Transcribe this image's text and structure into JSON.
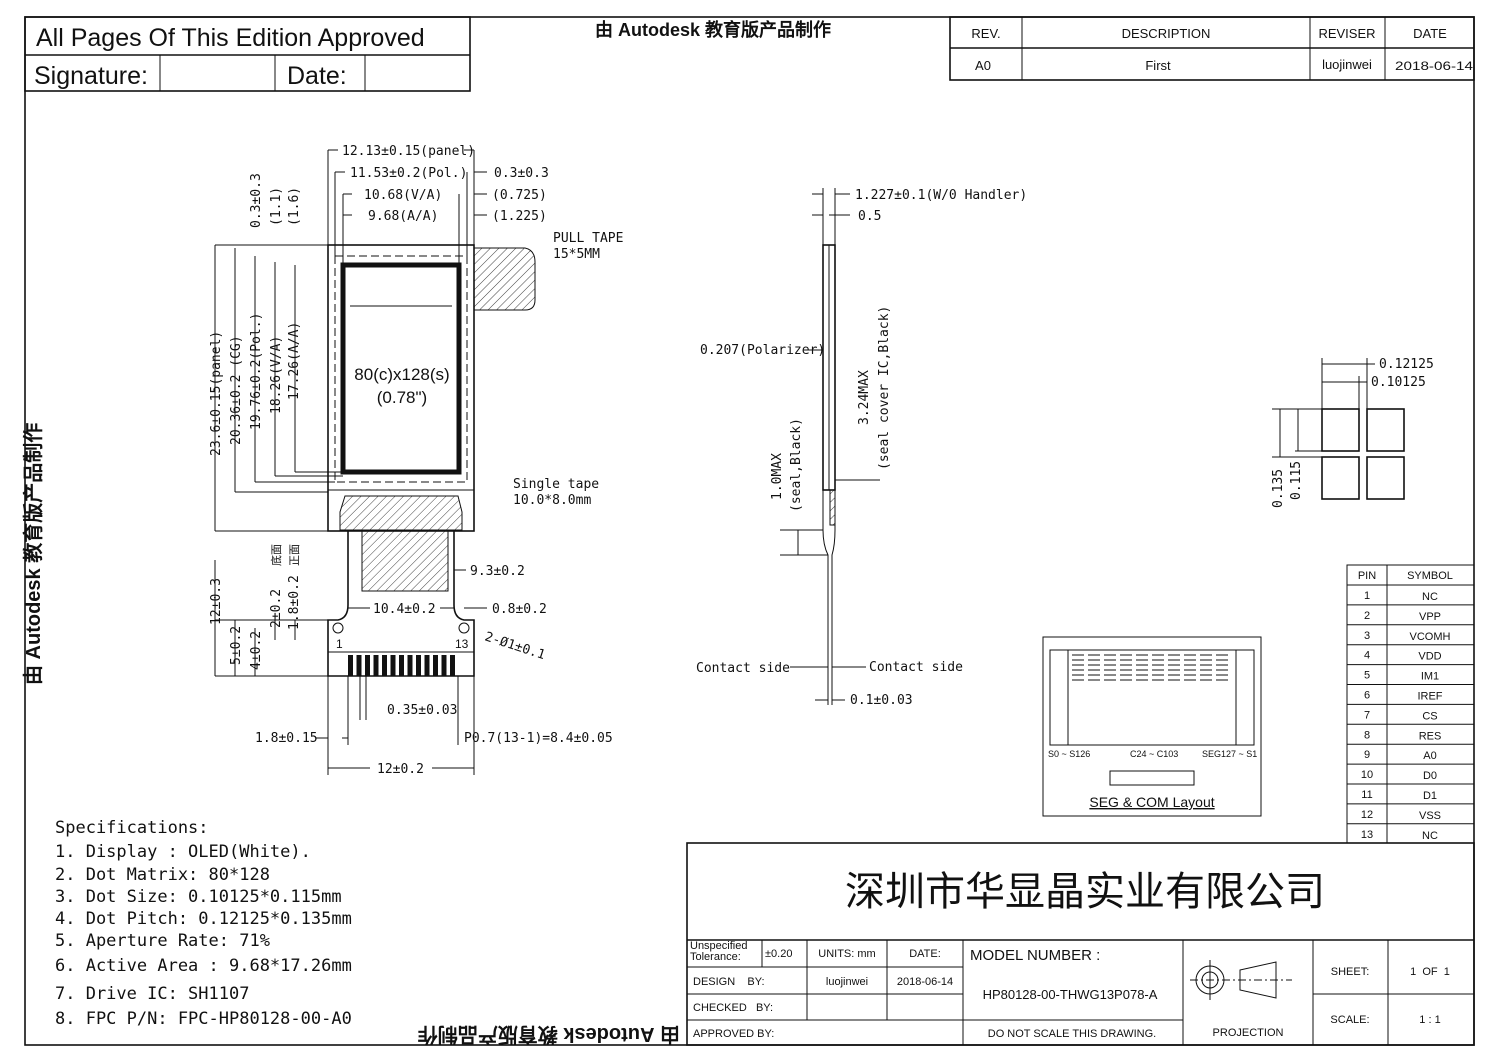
{
  "approval": {
    "title": "All Pages Of This Edition Approved",
    "signature_label": "Signature:",
    "date_label": "Date:"
  },
  "revision_table": {
    "headers": [
      "REV.",
      "DESCRIPTION",
      "REVISER",
      "DATE"
    ],
    "rows": [
      [
        "A0",
        "First",
        "luojinwei",
        "2018-06-14"
      ]
    ]
  },
  "watermark": "由 Autodesk 教育版产品制作",
  "front_view": {
    "matrix_label": "80(c)x128(s)",
    "diag_label": "(0.78\")",
    "pull_tape": [
      "PULL  TAPE",
      "15*5MM"
    ],
    "single_tape": [
      "Single  tape",
      "10.0*8.0mm"
    ],
    "dims_top": [
      "12.13±0.15(panel)",
      "11.53±0.2(Pol.)",
      "10.68(V/A)",
      "9.68(A/A)",
      "0.3±0.3",
      "(0.725)",
      "(1.225)"
    ],
    "dims_vert_top": [
      "0.3±0.3",
      "(1.1)",
      "(1.6)"
    ],
    "dims_left": [
      "23.6±0.15(panel)",
      "20.36±0.2  (CG)",
      "19.76±0.2(Pol.)",
      "18.26(V/A)",
      "17.26(A/A)"
    ],
    "dims_fpc": [
      "9.3±0.2",
      "10.4±0.2",
      "0.8±0.2",
      "2-Ø1±0.1",
      "0.35±0.03",
      "1.8±0.15",
      "P0.7(13-1)=8.4±0.05",
      "12±0.2"
    ],
    "dims_fpc_left": [
      "12±0.3",
      "5±0.2",
      "4±0.2",
      "2±0.2",
      "1.8±0.2"
    ],
    "side_labels": [
      "底面",
      "正面"
    ],
    "pin_marks": [
      "1",
      "13"
    ]
  },
  "side_view": {
    "dims": [
      "1.227±0.1(W/0  Handler)",
      "0.5",
      "0.207(Polarizer)",
      "0.1±0.03"
    ],
    "ic_label": [
      "3.24MAX",
      "(seal  cover  IC,Black)"
    ],
    "seal_label": [
      "1.0MAX",
      "(seal,Black)"
    ],
    "contact_left": "Contact  side",
    "contact_right": "Contact  side"
  },
  "dot_detail": {
    "dims": [
      "0.12125",
      "0.10125",
      "0.135",
      "0.115"
    ]
  },
  "pin_table": {
    "headers": [
      "PIN",
      "SYMBOL"
    ],
    "rows": [
      [
        "1",
        "NC"
      ],
      [
        "2",
        "VPP"
      ],
      [
        "3",
        "VCOMH"
      ],
      [
        "4",
        "VDD"
      ],
      [
        "5",
        "IM1"
      ],
      [
        "6",
        "IREF"
      ],
      [
        "7",
        "CS"
      ],
      [
        "8",
        "RES"
      ],
      [
        "9",
        "A0"
      ],
      [
        "10",
        "D0"
      ],
      [
        "11",
        "D1"
      ],
      [
        "12",
        "VSS"
      ],
      [
        "13",
        "NC"
      ]
    ]
  },
  "seg_com": {
    "labels": [
      "S0 ~ S126",
      "C24 ~ C103",
      "SEG127 ~ S1"
    ],
    "title": "SEG & COM Layout"
  },
  "specifications": {
    "title": "Specifications:",
    "items": [
      "1. Display :  OLED(White).",
      "2. Dot Matrix:  80*128",
      "3. Dot Size:  0.10125*0.115mm",
      "4. Dot Pitch:  0.12125*0.135mm",
      "5. Aperture Rate:  71%",
      "6. Active Area : 9.68*17.26mm",
      "7. Drive IC: SH1107",
      "8. FPC P/N: FPC-HP80128-00-A0"
    ]
  },
  "title_block": {
    "company": "深圳市华显晶实业有限公司",
    "tolerance_label": "Unspecified Tolerance:",
    "tolerance_value": "±0.20",
    "units": "UNITS: mm",
    "date_label": "DATE:",
    "model_label": "MODEL NUMBER :",
    "model_number": "HP80128-00-THWG13P078-A",
    "design_by_label": "DESIGN    BY:",
    "design_by": "luojinwei",
    "design_date": "2018-06-14",
    "checked_by_label": "CHECKED   BY:",
    "approved_by_label": "APPROVED BY:",
    "no_scale": "DO NOT SCALE THIS DRAWING.",
    "projection": "PROJECTION",
    "sheet_label": "SHEET:",
    "sheet_value": "1  OF  1",
    "scale_label": "SCALE:",
    "scale_value": "1 : 1"
  }
}
